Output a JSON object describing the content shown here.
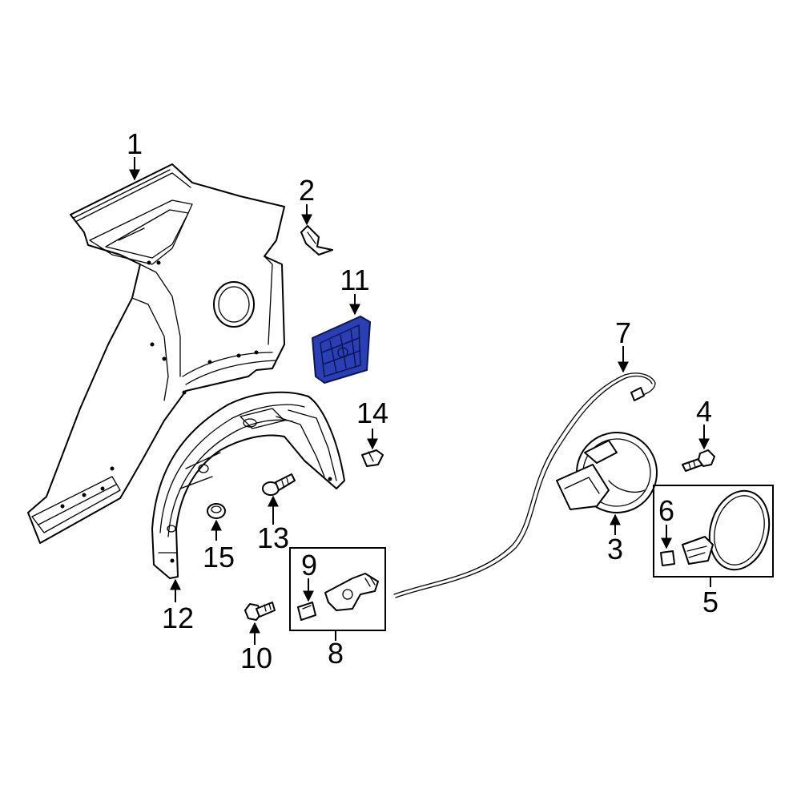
{
  "diagram": {
    "highlight_color": "#2a3fb5",
    "callouts": [
      {
        "id": "1",
        "label": "1"
      },
      {
        "id": "2",
        "label": "2"
      },
      {
        "id": "3",
        "label": "3"
      },
      {
        "id": "4",
        "label": "4"
      },
      {
        "id": "5",
        "label": "5"
      },
      {
        "id": "6",
        "label": "6"
      },
      {
        "id": "7",
        "label": "7"
      },
      {
        "id": "8",
        "label": "8"
      },
      {
        "id": "9",
        "label": "9"
      },
      {
        "id": "10",
        "label": "10"
      },
      {
        "id": "11",
        "label": "11"
      },
      {
        "id": "12",
        "label": "12"
      },
      {
        "id": "13",
        "label": "13"
      },
      {
        "id": "14",
        "label": "14"
      },
      {
        "id": "15",
        "label": "15"
      }
    ]
  }
}
